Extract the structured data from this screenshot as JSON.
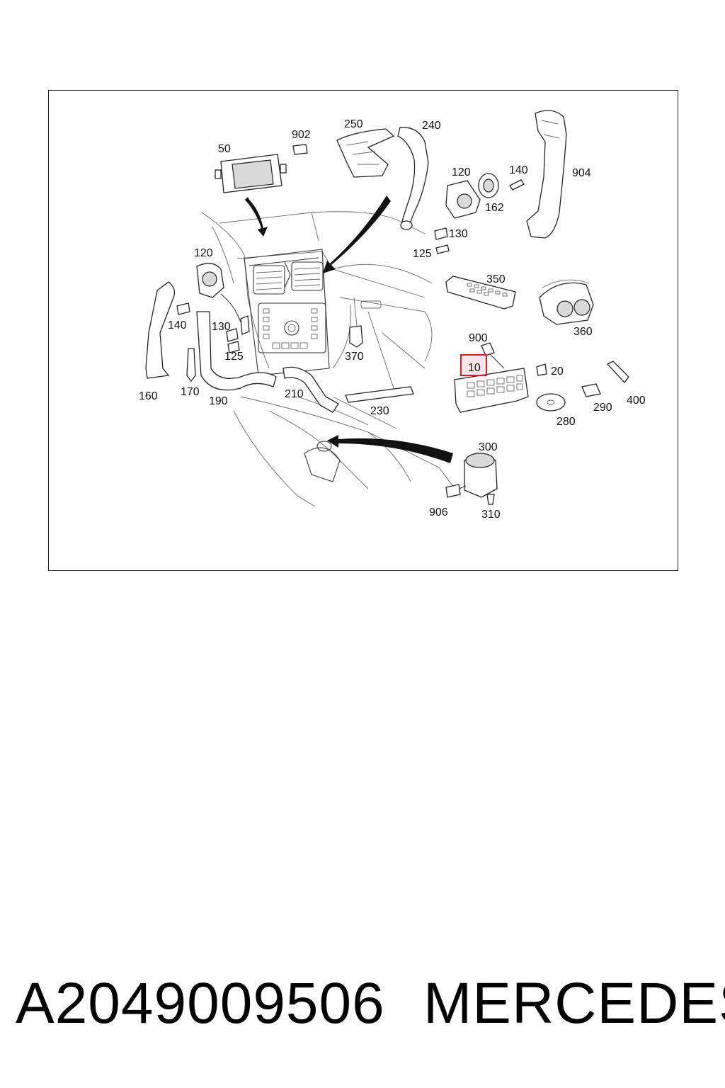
{
  "diagram": {
    "labels": {
      "l50": "50",
      "l902": "902",
      "l250": "250",
      "l240": "240",
      "l120a": "120",
      "l140a": "140",
      "l904": "904",
      "l162": "162",
      "l130a": "130",
      "l125a": "125",
      "l120b": "120",
      "l350": "350",
      "l360": "360",
      "l140b": "140",
      "l130b": "130",
      "l125b": "125",
      "l370": "370",
      "l900": "900",
      "l10": "10",
      "l20": "20",
      "l160": "160",
      "l170": "170",
      "l190": "190",
      "l210": "210",
      "l230": "230",
      "l290": "290",
      "l400": "400",
      "l280": "280",
      "l300": "300",
      "l906": "906",
      "l310": "310"
    },
    "highlighted_label": "10",
    "highlight_color": "#d2232a"
  },
  "footer": {
    "part_number": "A2049009506",
    "brand": "MERCEDES"
  }
}
